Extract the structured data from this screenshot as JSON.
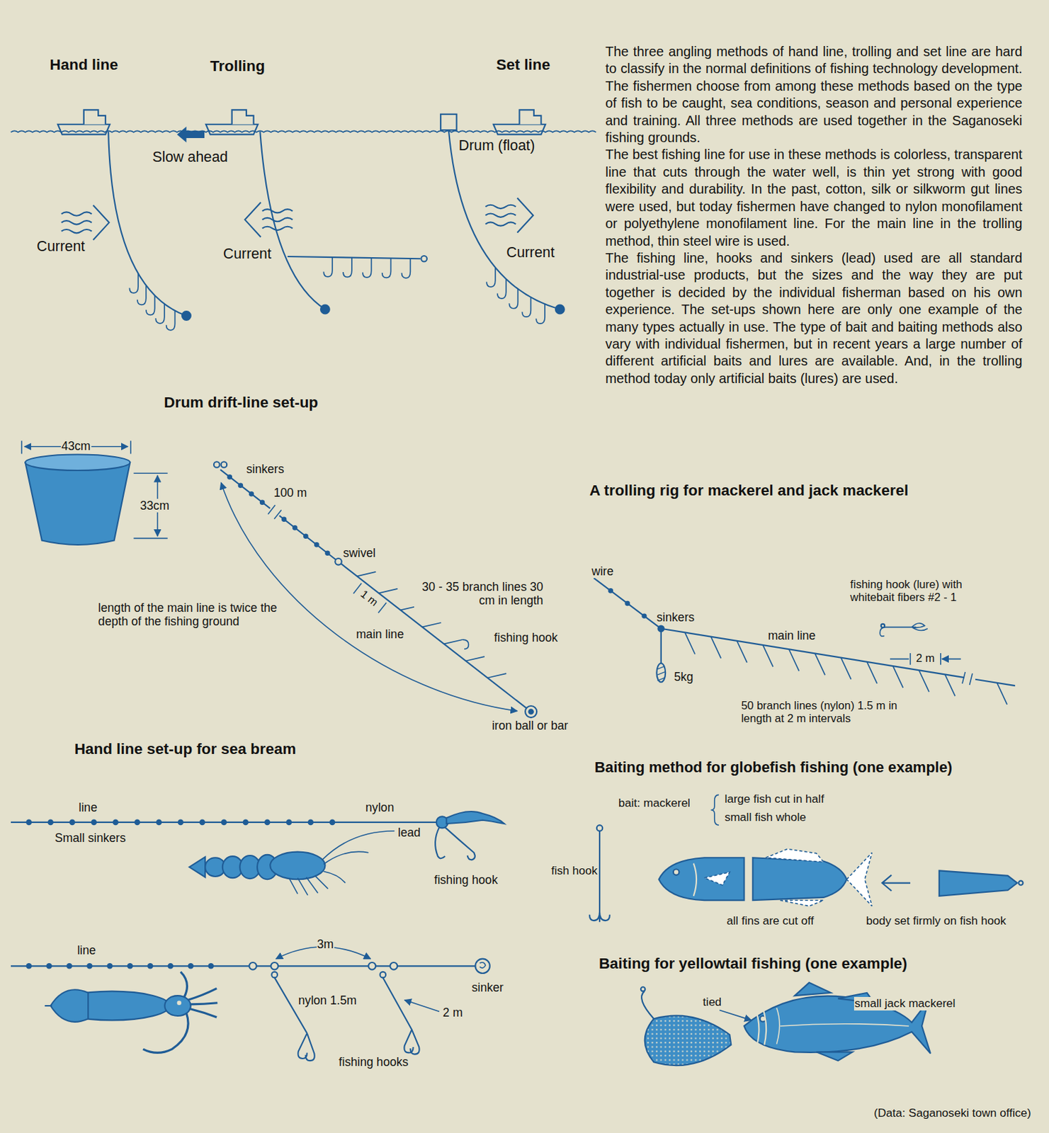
{
  "diagram": {
    "caption": "(Data: Saganoseki town office)",
    "labels": [
      "Hand line",
      "Trolling",
      "Set line",
      "Drum (float)",
      "Slow ahead",
      "Current",
      "Current",
      "Current",
      "The three angling methods of hand line, trolling and set line are hard to classify in the normal definitions of fishing technology development. The fishermen choose from among these methods based on the type of fish to be caught, sea conditions, season and personal experience and training. All three methods are used together in the Saganoseki fishing grounds.",
      "The best fishing line for use in these methods is colorless, transparent line that cuts through the water well, is thin yet strong with good flexibility and durability. In the past, cotton, silk or silkworm gut lines were used, but today fishermen have changed to nylon monofilament or polyethylene monofilament line. For the main line in the trolling method, thin steel wire is used.",
      "The fishing line, hooks and sinkers (lead) used are all standard industrial-use products, but the sizes and the way they are put together is decided by the individual fisherman based on his own experience. The set-ups shown here are only one example of the many types actually in use. The type of bait and baiting methods also vary with individual fishermen, but in recent years a large number of different artificial baits and lures are available. And, in the trolling method today only artificial baits (lures) are used.",
      "Drum drift-line set-up",
      "43cm",
      "33cm",
      "sinkers",
      "100 m",
      "swivel",
      "30 - 35 branch lines 30 cm in length",
      "1 m",
      "length of the main line is twice the depth of the fishing ground",
      "main line",
      "fishing hook",
      "iron ball or bar",
      "A trolling rig for mackerel and jack mackerel",
      "wire",
      "fishing hook (lure) with whitebait fibers #2 - 1",
      "sinkers",
      "main line",
      "2 m",
      "5kg",
      "50 branch lines (nylon) 1.5 m in length at 2 m intervals",
      "Hand line set-up for sea bream",
      "line",
      "nylon",
      "Small sinkers",
      "lead",
      "fishing hook",
      "line",
      "3m",
      "sinker",
      "nylon 1.5m",
      "2 m",
      "fishing hooks",
      "Baiting method for globefish fishing (one example)",
      "bait: mackerel",
      "large fish cut in half",
      "small fish whole",
      "fish hook",
      "all fins are cut off",
      "body set firmly on fish hook",
      "Baiting for yellowtail fishing (one example)",
      "tied",
      "small jack mackerel"
    ]
  }
}
